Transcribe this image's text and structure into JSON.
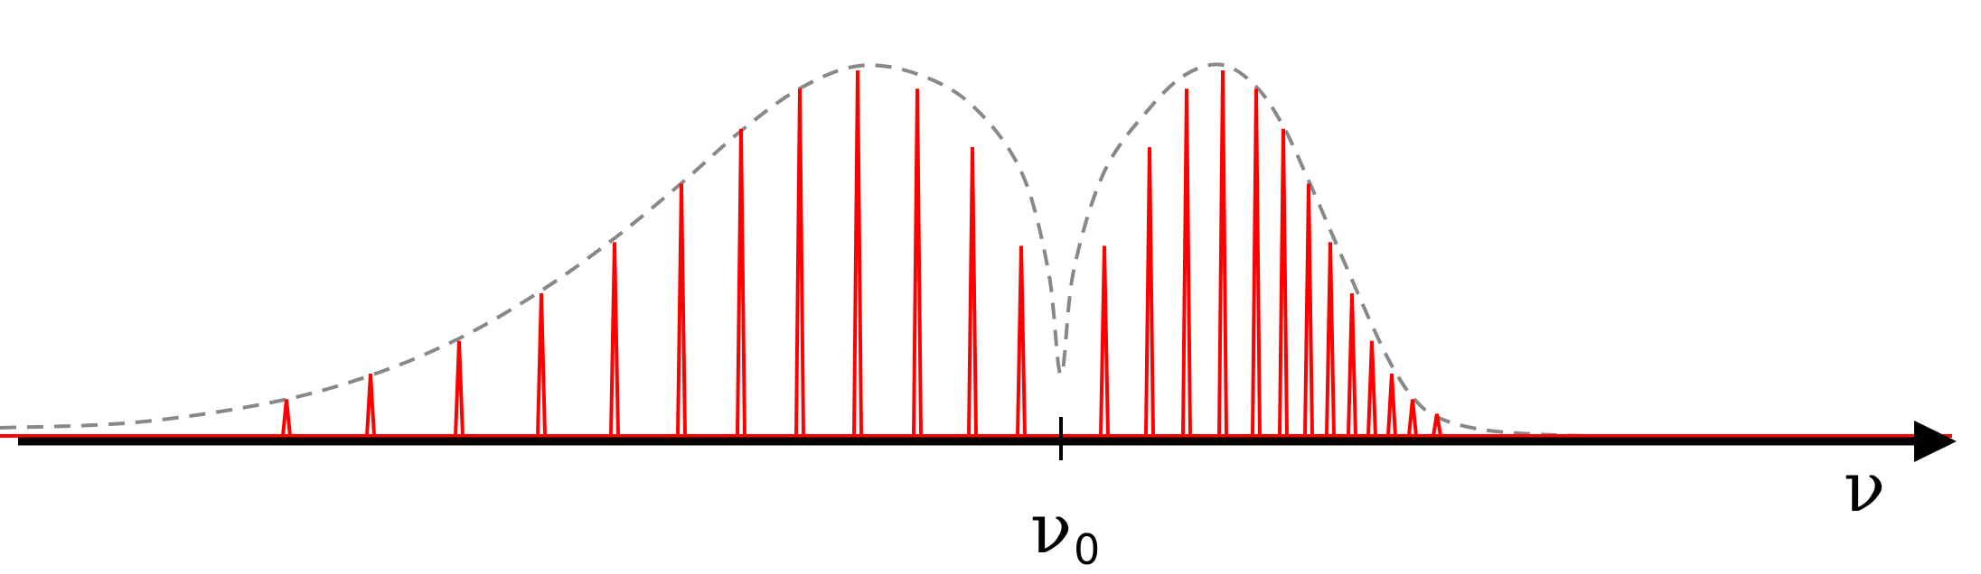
{
  "diagram": {
    "axis_label": "ν",
    "center_label": "ν",
    "center_subscript": "0",
    "colors": {
      "spikes": "#ff0000",
      "envelope": "#888888",
      "axis": "#000000",
      "background": "#ffffff"
    },
    "envelope_style": "dashed",
    "left_spike_heights": [
      0.1,
      0.17,
      0.26,
      0.39,
      0.53,
      0.69,
      0.84,
      0.95,
      1.0,
      0.95,
      0.79,
      0.52
    ],
    "right_spike_heights": [
      0.52,
      0.79,
      0.95,
      1.0,
      0.95,
      0.84,
      0.69,
      0.53,
      0.39,
      0.26,
      0.17,
      0.1,
      0.06
    ]
  }
}
